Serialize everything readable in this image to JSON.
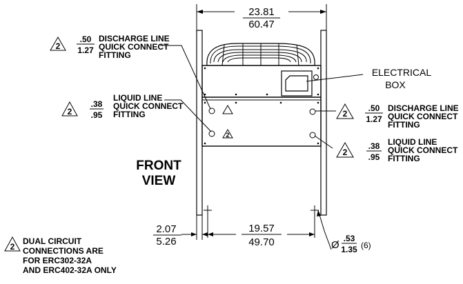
{
  "overall_width": {
    "in": "23.81",
    "mm": "60.47"
  },
  "leg_spacing": {
    "in": "19.57",
    "mm": "49.70"
  },
  "leg_width": {
    "in": "2.07",
    "mm": "5.26"
  },
  "hole": {
    "symbol": "Ø",
    "in": ".53",
    "mm": "1.35",
    "qty": "(6)"
  },
  "front_view": {
    "line1": "FRONT",
    "line2": "VIEW"
  },
  "electrical_box": {
    "line1": "ELECTRICAL",
    "line2": "BOX"
  },
  "note_marker": "2",
  "left_discharge": {
    "in": ".50",
    "mm": "1.27",
    "line1": "DISCHARGE LINE",
    "line2": "QUICK CONNECT",
    "line3": "FITTING"
  },
  "left_liquid": {
    "in": ".38",
    "mm": ".95",
    "line1": "LIQUID LINE",
    "line2": "QUICK CONNECT",
    "line3": "FITTING"
  },
  "right_discharge": {
    "in": ".50",
    "mm": "1.27",
    "line1": "DISCHARGE LINE",
    "line2": "QUICK CONNECT",
    "line3": "FITTING"
  },
  "right_liquid": {
    "in": ".38",
    "mm": ".95",
    "line1": "LIQUID LINE",
    "line2": "QUICK CONNECT",
    "line3": "FITTING"
  },
  "footnote": {
    "line1": "DUAL CIRCUIT",
    "line2": "CONNECTIONS ARE",
    "line3": "FOR ERC302-32A",
    "line4": "AND ERC402-32A ONLY"
  }
}
